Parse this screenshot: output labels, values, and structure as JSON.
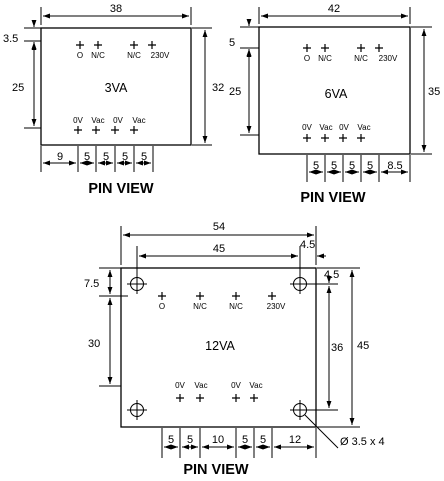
{
  "view_label": "PIN VIEW",
  "hole_note": "Ø 3.5 x 4",
  "units": {
    "3va": {
      "model": "3VA",
      "dims": {
        "width": "38",
        "top_gap": "3.5",
        "pin_span": "25",
        "height": "32"
      },
      "pitch": [
        "9",
        "5",
        "5",
        "5",
        "5"
      ],
      "top_pins": [
        "O",
        "N/C",
        "N/C",
        "230V"
      ],
      "bottom_pins": [
        "0V",
        "Vac",
        "0V",
        "Vac"
      ]
    },
    "6va": {
      "model": "6VA",
      "dims": {
        "width": "42",
        "top_gap": "5",
        "pin_span": "25",
        "height": "35"
      },
      "pitch": [
        "5",
        "5",
        "5",
        "5",
        "8.5"
      ],
      "top_pins": [
        "O",
        "N/C",
        "N/C",
        "230V"
      ],
      "bottom_pins": [
        "0V",
        "Vac",
        "0V",
        "Vac"
      ]
    },
    "12va": {
      "model": "12VA",
      "dims": {
        "width": "54",
        "hole_span": "45",
        "hole_offset": "4.5",
        "hole_offset_v": "4.5",
        "top_gap": "7.5",
        "pin_span": "30",
        "hole_span_v": "36",
        "height": "45"
      },
      "pitch": [
        "5",
        "5",
        "10",
        "5",
        "5",
        "12"
      ],
      "top_pins": [
        "O",
        "N/C",
        "N/C",
        "230V"
      ],
      "bottom_pins": [
        "0V",
        "Vac",
        "0V",
        "Vac"
      ]
    }
  }
}
